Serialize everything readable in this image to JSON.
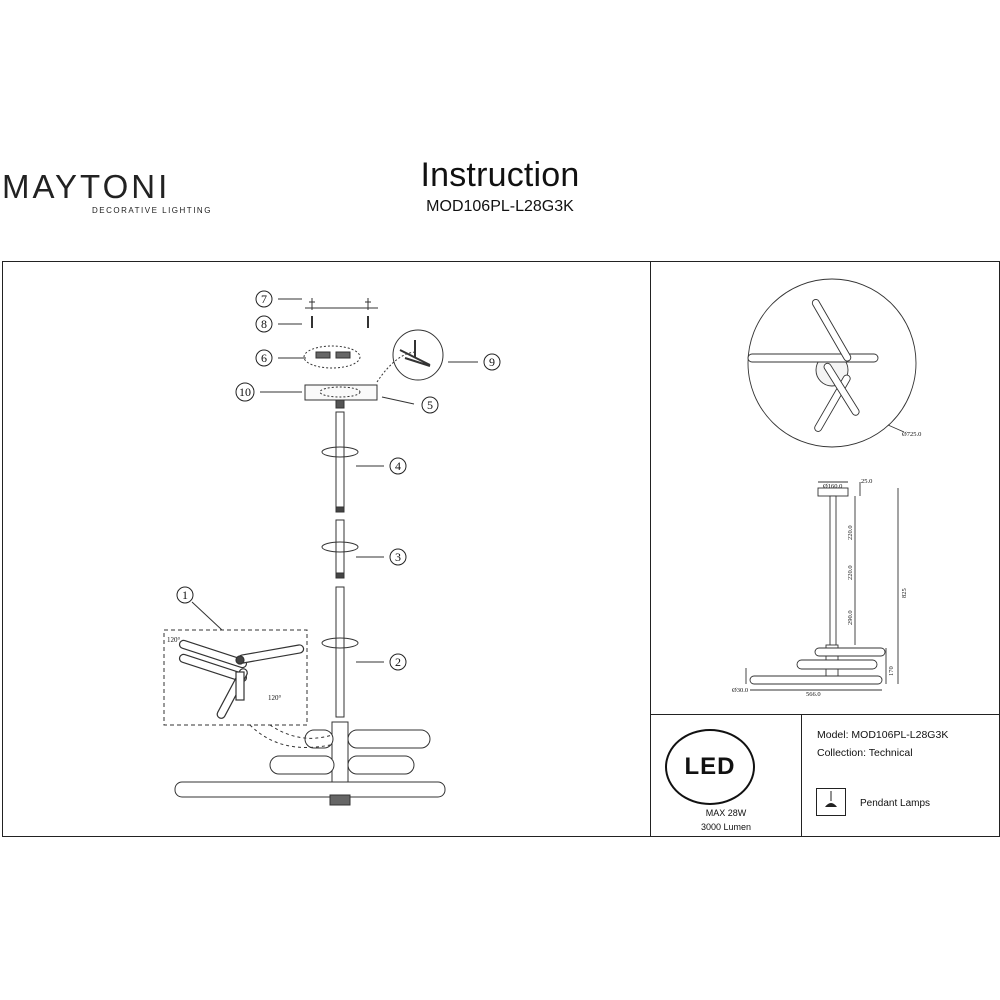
{
  "header": {
    "brand": "MAYTONI",
    "brand_tagline": "DECORATIVE LIGHTING",
    "title": "Instruction",
    "model_code": "MOD106PL-L28G3K"
  },
  "assembly": {
    "callouts": [
      "1",
      "2",
      "3",
      "4",
      "5",
      "6",
      "7",
      "8",
      "9",
      "10"
    ],
    "angle_labels": [
      "120°",
      "120°"
    ]
  },
  "dimensions": {
    "diameter_top": "Ø725.0",
    "canopy_diameter": "Ø160.0",
    "canopy_height": "25.0",
    "rod_1": "220.0",
    "rod_2": "220.0",
    "rod_3": "290.0",
    "total_height": "825",
    "fixture_height": "170",
    "tube_diameter": "Ø30.0",
    "span": "566.0"
  },
  "info": {
    "led_badge": "LED",
    "power": "MAX 28W",
    "lumen": "3000 Lumen",
    "model_line": "Model: MOD106PL-L28G3K",
    "collection_line": "Collection: Technical",
    "type_label": "Pendant Lamps"
  }
}
